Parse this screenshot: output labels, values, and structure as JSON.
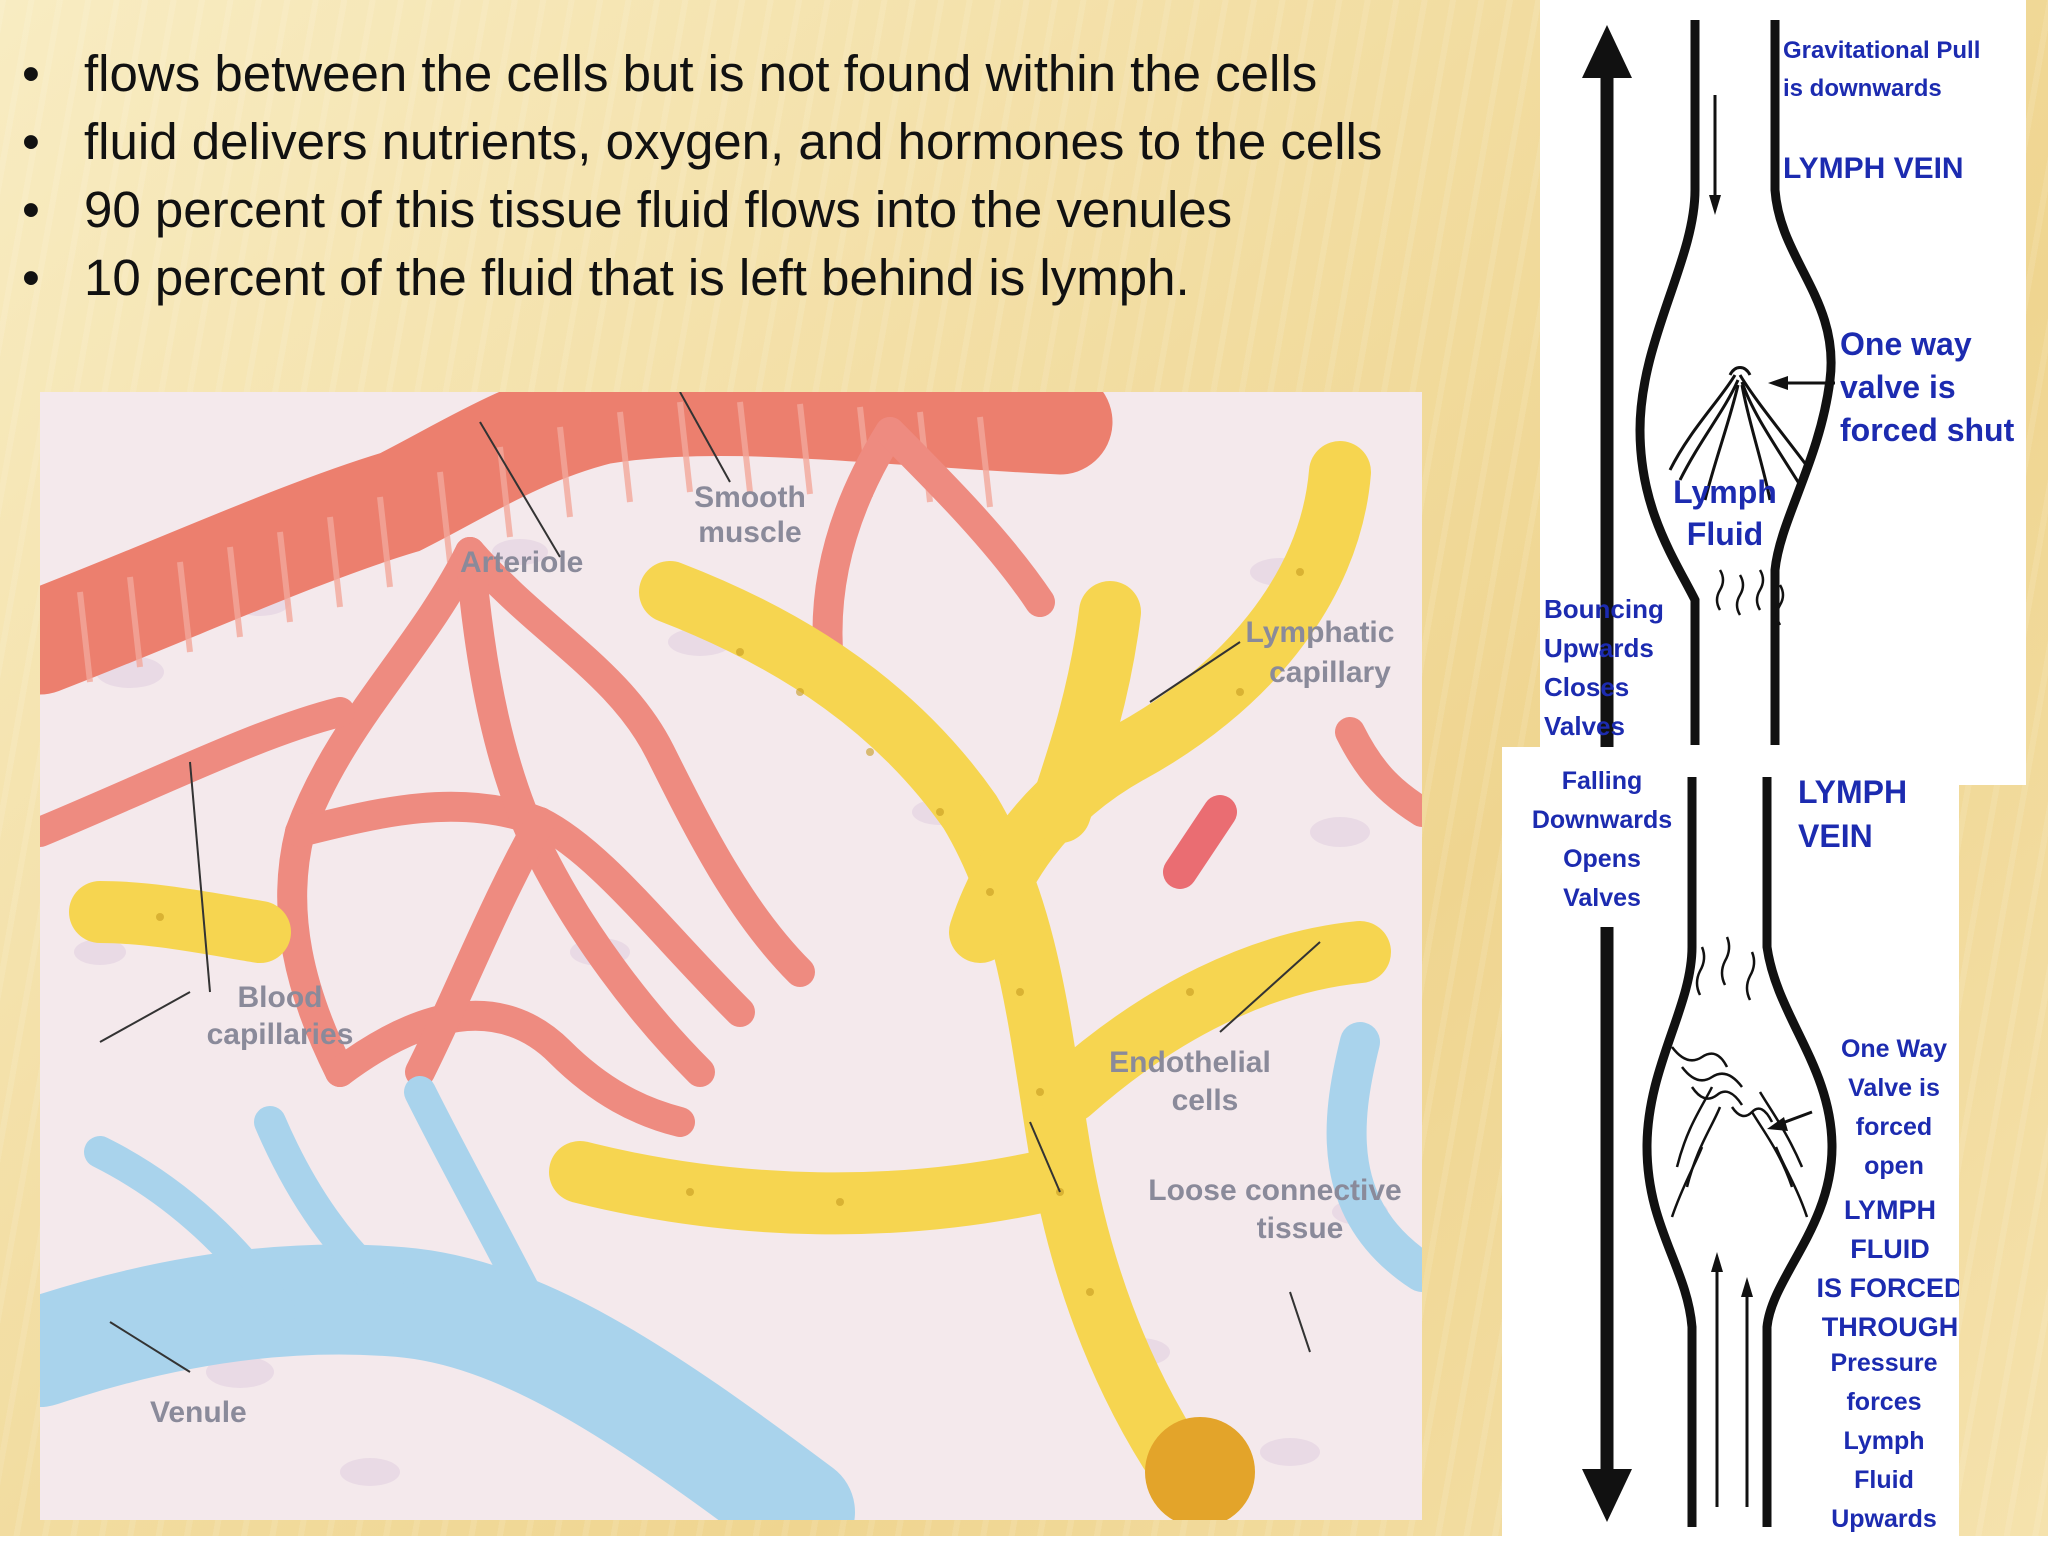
{
  "bullets": [
    "flows between the cells but is not found within the cells",
    "fluid delivers nutrients, oxygen, and hormones to the cells",
    "90 percent of this tissue fluid flows into the venules",
    "10 percent of the fluid that is left behind is lymph."
  ],
  "tissue_diagram": {
    "labels": {
      "smooth_muscle": [
        "Smooth",
        "muscle"
      ],
      "arteriole": "Arteriole",
      "lymphatic_capillary": [
        "Lymphatic",
        "capillary"
      ],
      "blood_capillaries": [
        "Blood",
        "capillaries"
      ],
      "endothelial_cells": [
        "Endothelial",
        "cells"
      ],
      "loose_connective_tissue": [
        "Loose connective",
        "tissue"
      ],
      "venule": "Venule"
    },
    "colors": {
      "arteriole": "#ee8a7e",
      "lymph": "#f6d550",
      "venule": "#a9d3ec",
      "tissue": "#f4e9ec"
    }
  },
  "valve_top": {
    "gravitational": [
      "Gravitational Pull",
      "is downwards"
    ],
    "lymph_vein": "LYMPH VEIN",
    "one_way": [
      "One way",
      "valve is",
      "forced shut"
    ],
    "lymph_fluid": [
      "Lymph",
      "Fluid"
    ],
    "bouncing": [
      "Bouncing",
      "Upwards",
      "Closes",
      "Valves"
    ]
  },
  "valve_bottom": {
    "falling": [
      "Falling",
      "Downwards",
      "Opens",
      "Valves"
    ],
    "lymph_vein": [
      "LYMPH",
      "VEIN"
    ],
    "one_way": [
      "One Way",
      "Valve is",
      "forced",
      "open"
    ],
    "forced": [
      "LYMPH",
      "FLUID",
      "IS FORCED",
      "THROUGH"
    ],
    "pressure": [
      "Pressure",
      "forces",
      "Lymph",
      "Fluid",
      "Upwards"
    ]
  },
  "label_color": "#1c2bb0"
}
